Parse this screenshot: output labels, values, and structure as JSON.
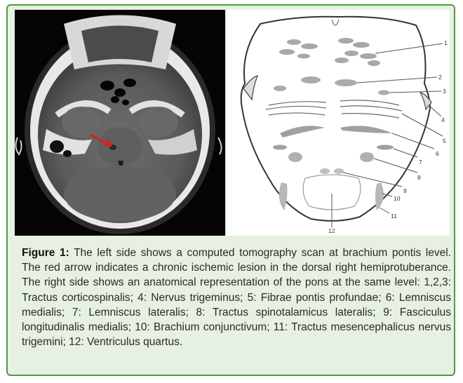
{
  "figure": {
    "caption_label": "Figure 1:",
    "caption_text": "The left side shows a computed tomography scan at brachium pontis level. The red arrow indicates a chronic ischemic lesion in the dorsal right hemiprotuberance. The right side shows an anatomical representation of the pons at the same level: 1,2,3: Tractus corticospinalis; 4: Nervus trigeminus; 5: Fibrae pontis profundae; 6: Lemniscus medialis; 7: Lemniscus lateralis; 8: Tractus spinotalamicus lateralis; 9: Fasciculus longitudinalis medialis; 10: Brachium conjunctivum; 11: Tractus mesencephalicus nervus trigemini; 12: Ventriculus quartus."
  },
  "diagram": {
    "labels": [
      "1",
      "2",
      "3",
      "4",
      "5",
      "6",
      "7",
      "8",
      "9",
      "10",
      "11",
      "12"
    ]
  },
  "colors": {
    "border": "#4f9a3f",
    "background": "#e6f0e3",
    "arrow": "#e0201a"
  }
}
